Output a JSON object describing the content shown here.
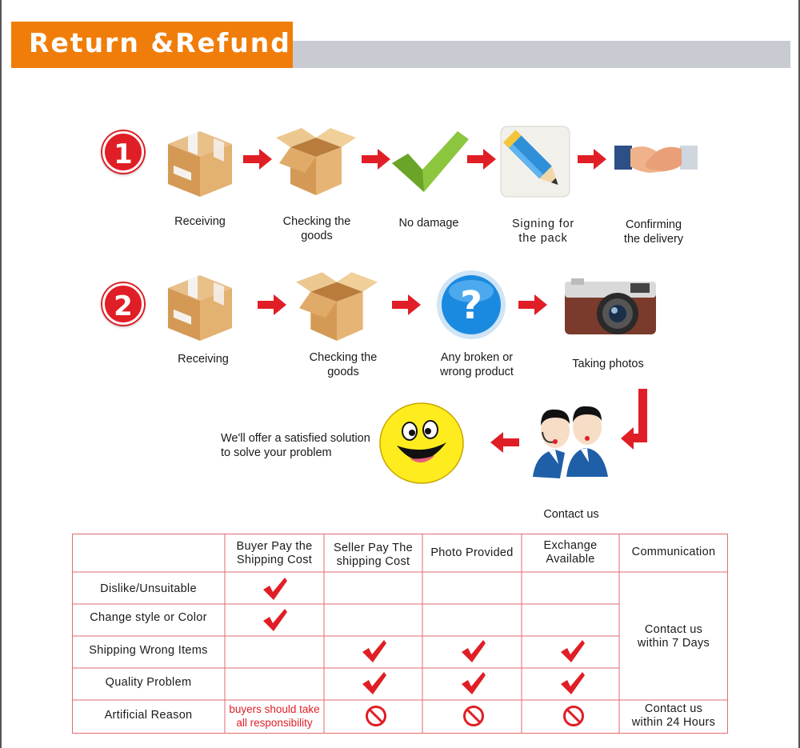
{
  "header": {
    "title": "Return  &Refund"
  },
  "row1": {
    "number": "1",
    "steps": [
      {
        "label_line1": "Receiving",
        "label_line2": "",
        "icon": "closed-box-icon"
      },
      {
        "label_line1": "Checking the",
        "label_line2": "goods",
        "icon": "open-box-icon"
      },
      {
        "label_line1": "No damage",
        "label_line2": "",
        "icon": "checkmark-icon"
      },
      {
        "label_line1": "Signing for",
        "label_line2": "the pack",
        "icon": "pencil-icon"
      },
      {
        "label_line1": "Confirming",
        "label_line2": "the delivery",
        "icon": "handshake-icon"
      }
    ]
  },
  "row2": {
    "number": "2",
    "steps": [
      {
        "label_line1": "Receiving",
        "label_line2": "",
        "icon": "closed-box-icon"
      },
      {
        "label_line1": "Checking the",
        "label_line2": "goods",
        "icon": "open-box-icon"
      },
      {
        "label_line1": "Any broken or",
        "label_line2": "wrong product",
        "icon": "question-icon"
      },
      {
        "label_line1": "Taking photos",
        "label_line2": "",
        "icon": "camera-icon"
      }
    ]
  },
  "row3": {
    "solution_line1": "We'll offer a satisfied solution",
    "solution_line2": "to solve your problem",
    "contact_label": "Contact us"
  },
  "table": {
    "headers": [
      {
        "line1": "",
        "line2": ""
      },
      {
        "line1": "Buyer Pay the",
        "line2": "Shipping Cost"
      },
      {
        "line1": "Seller Pay The",
        "line2": "shipping Cost"
      },
      {
        "line1": "Photo Provided",
        "line2": ""
      },
      {
        "line1": "Exchange",
        "line2": "Available"
      },
      {
        "line1": "Communication",
        "line2": ""
      }
    ],
    "rows": [
      {
        "label": "Dislike/Unsuitable",
        "marks": [
          "check",
          "",
          "",
          ""
        ]
      },
      {
        "label": "Change style or Color",
        "marks": [
          "check",
          "",
          "",
          ""
        ]
      },
      {
        "label": "Shipping Wrong Items",
        "marks": [
          "",
          "check",
          "check",
          "check"
        ]
      },
      {
        "label": "Quality Problem",
        "marks": [
          "",
          "check",
          "check",
          "check"
        ]
      },
      {
        "label": "Artificial Reason",
        "marks": [
          "note",
          "no",
          "no",
          "no"
        ]
      }
    ],
    "note_line1": "buyers should take",
    "note_line2": "all responsibility",
    "comm_7_line1": "Contact us",
    "comm_7_line2": "within 7 Days",
    "comm_24_line1": "Contact us",
    "comm_24_line2": "within 24 Hours"
  },
  "colors": {
    "orange": "#f07d0a",
    "red": "#e01e26",
    "grey": "#c8ccd2",
    "box": "#d9a35f",
    "green": "#8cc63f",
    "table_line": "#e06a72"
  }
}
